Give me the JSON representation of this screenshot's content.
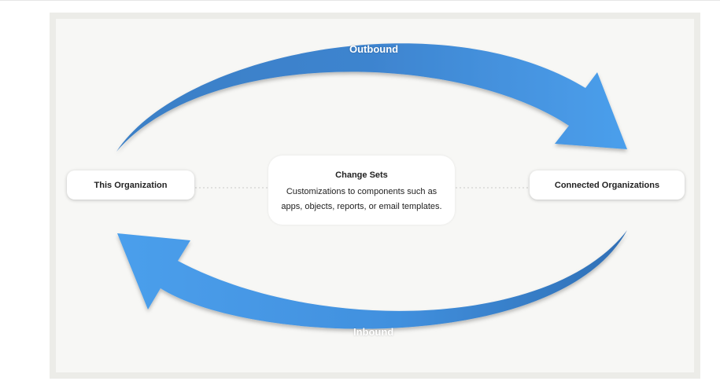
{
  "diagram": {
    "left_node": "This Organization",
    "right_node": "Connected Organizations",
    "center": {
      "title": "Change Sets",
      "description": "Customizations to components such as apps, objects, reports, or email templates."
    },
    "arrows": {
      "outbound": "Outbound",
      "inbound": "Inbound"
    },
    "colors": {
      "arrow_light": "#4a9be8",
      "arrow_dark": "#2f6fb5",
      "connector": "#c8c8c8"
    }
  }
}
